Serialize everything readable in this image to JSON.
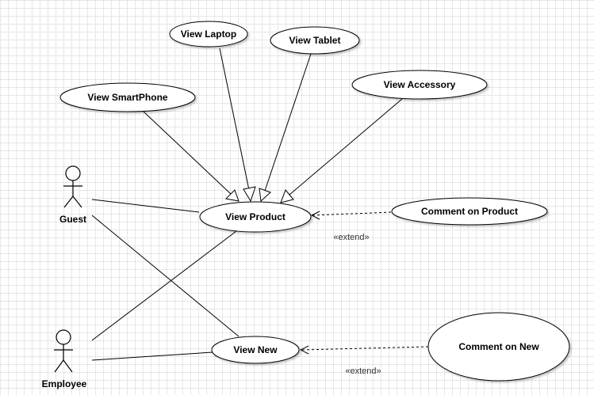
{
  "actors": {
    "guest": "Guest",
    "employee": "Employee"
  },
  "use_cases": {
    "view_laptop": "View Laptop",
    "view_tablet": "View Tablet",
    "view_smartphone": "View SmartPhone",
    "view_accessory": "View Accessory",
    "view_product": "View Product",
    "comment_on_product": "Comment on Product",
    "view_new": "View New",
    "comment_on_new": "Comment on New"
  },
  "stereotypes": {
    "extend_product": "«extend»",
    "extend_new": "«extend»"
  }
}
